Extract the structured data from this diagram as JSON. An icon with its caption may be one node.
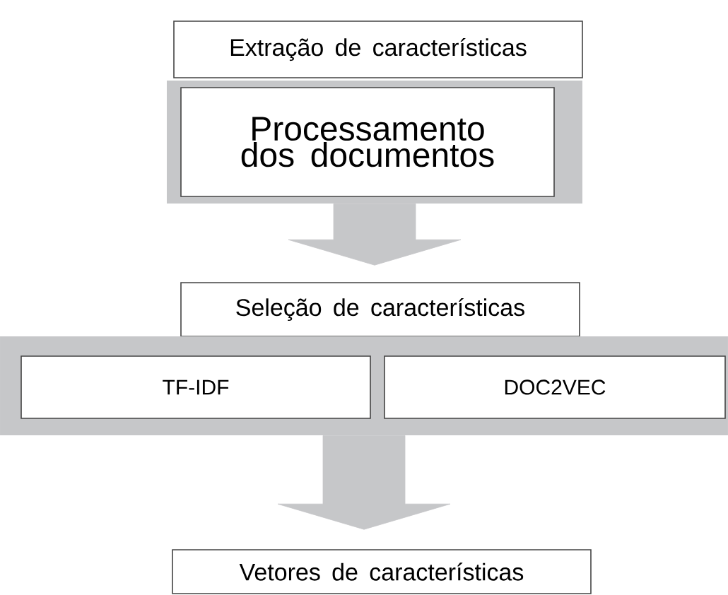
{
  "diagram": {
    "nodes": [
      {
        "text": [
          "Extração de características"
        ]
      },
      {
        "text": [],
        "shape": "box"
      },
      {
        "text": [
          "Processamento dos documentos"
        ],
        "in": 1
      },
      {
        "text": [
          "Seleção de características"
        ]
      },
      {
        "text": [],
        "shape": "box"
      },
      {
        "text": [
          "TF-IDF"
        ],
        "in": 4
      },
      {
        "text": [
          "DOC2VEC"
        ],
        "in": 4
      },
      {
        "text": [
          "Vetores de características"
        ]
      }
    ],
    "edges": [
      {
        "from": 1,
        "to": 3,
        "arrow": "to"
      },
      {
        "from": 4,
        "to": 7,
        "arrow": "to"
      }
    ]
  }
}
